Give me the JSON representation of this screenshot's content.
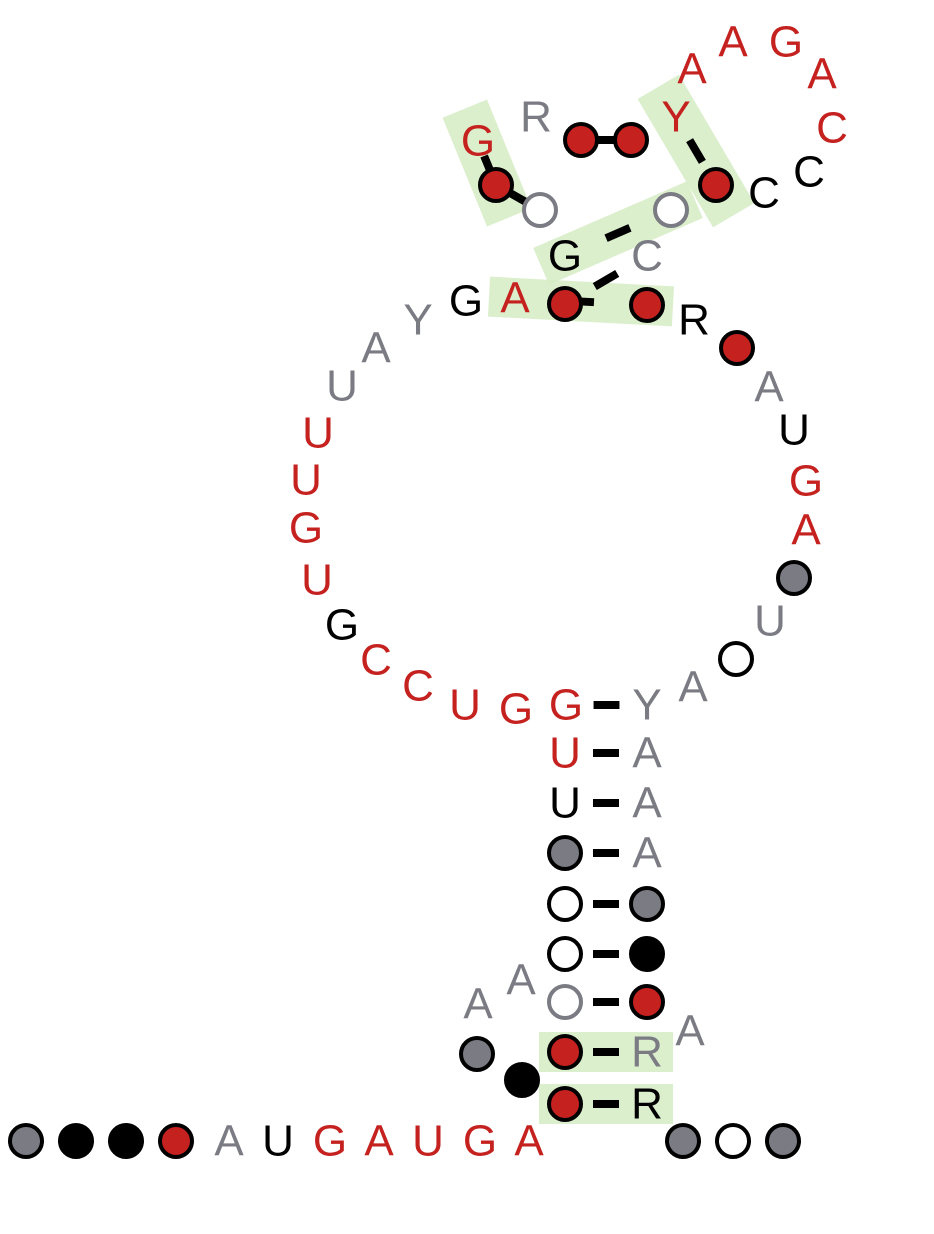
{
  "colors": {
    "red": "#c4211f",
    "gray": "#7b7b84",
    "black": "#000000",
    "open": "#ffffff",
    "highlight": "#d6ecc4"
  },
  "nucleotides": [
    {
      "t": "c",
      "c": "gray"
    },
    {
      "t": "c",
      "c": "black"
    },
    {
      "t": "c",
      "c": "black"
    },
    {
      "t": "c",
      "c": "red"
    },
    {
      "t": "A",
      "c": "gray"
    },
    {
      "t": "U",
      "c": "black"
    },
    {
      "t": "G",
      "c": "red"
    },
    {
      "t": "A",
      "c": "red"
    },
    {
      "t": "U",
      "c": "red"
    },
    {
      "t": "G",
      "c": "red"
    },
    {
      "t": "A",
      "c": "red"
    },
    {
      "t": "c",
      "c": "red"
    },
    {
      "t": "c",
      "c": "red"
    },
    {
      "t": "c",
      "c": "black"
    },
    {
      "t": "c",
      "c": "gray"
    },
    {
      "t": "A",
      "c": "gray"
    },
    {
      "t": "A",
      "c": "gray"
    },
    {
      "t": "o",
      "c": "gray"
    },
    {
      "t": "o",
      "c": "black"
    },
    {
      "t": "o",
      "c": "black"
    },
    {
      "t": "c",
      "c": "gray"
    },
    {
      "t": "U",
      "c": "black"
    },
    {
      "t": "U",
      "c": "red"
    },
    {
      "t": "G",
      "c": "red"
    },
    {
      "t": "G",
      "c": "red"
    },
    {
      "t": "U",
      "c": "red"
    },
    {
      "t": "C",
      "c": "red"
    },
    {
      "t": "C",
      "c": "red"
    },
    {
      "t": "G",
      "c": "black"
    },
    {
      "t": "U",
      "c": "red"
    },
    {
      "t": "G",
      "c": "red"
    },
    {
      "t": "U",
      "c": "red"
    },
    {
      "t": "U",
      "c": "red"
    },
    {
      "t": "U",
      "c": "gray"
    },
    {
      "t": "A",
      "c": "gray"
    },
    {
      "t": "Y",
      "c": "gray"
    },
    {
      "t": "G",
      "c": "black"
    },
    {
      "t": "A",
      "c": "red"
    },
    {
      "t": "c",
      "c": "red"
    },
    {
      "t": "G",
      "c": "black"
    },
    {
      "t": "o",
      "c": "gray"
    },
    {
      "t": "c",
      "c": "red"
    },
    {
      "t": "G",
      "c": "red"
    },
    {
      "t": "R",
      "c": "gray"
    },
    {
      "t": "c",
      "c": "red"
    },
    {
      "t": "c",
      "c": "red"
    },
    {
      "t": "Y",
      "c": "red"
    },
    {
      "t": "A",
      "c": "red"
    },
    {
      "t": "A",
      "c": "red"
    },
    {
      "t": "G",
      "c": "red"
    },
    {
      "t": "A",
      "c": "red"
    },
    {
      "t": "C",
      "c": "red"
    },
    {
      "t": "C",
      "c": "black"
    },
    {
      "t": "C",
      "c": "black"
    },
    {
      "t": "c",
      "c": "red"
    },
    {
      "t": "o",
      "c": "gray"
    },
    {
      "t": "C",
      "c": "gray"
    },
    {
      "t": "c",
      "c": "red"
    },
    {
      "t": "R",
      "c": "black"
    },
    {
      "t": "c",
      "c": "red"
    },
    {
      "t": "A",
      "c": "gray"
    },
    {
      "t": "U",
      "c": "black"
    },
    {
      "t": "G",
      "c": "red"
    },
    {
      "t": "A",
      "c": "red"
    },
    {
      "t": "c",
      "c": "gray"
    },
    {
      "t": "U",
      "c": "gray"
    },
    {
      "t": "o",
      "c": "black"
    },
    {
      "t": "A",
      "c": "gray"
    },
    {
      "t": "Y",
      "c": "gray"
    },
    {
      "t": "A",
      "c": "gray"
    },
    {
      "t": "A",
      "c": "gray"
    },
    {
      "t": "A",
      "c": "gray"
    },
    {
      "t": "c",
      "c": "gray"
    },
    {
      "t": "c",
      "c": "black"
    },
    {
      "t": "c",
      "c": "red"
    },
    {
      "t": "A",
      "c": "gray"
    },
    {
      "t": "R",
      "c": "gray"
    },
    {
      "t": "R",
      "c": "black"
    },
    {
      "t": "c",
      "c": "gray"
    },
    {
      "t": "o",
      "c": "black"
    },
    {
      "t": "c",
      "c": "gray"
    }
  ]
}
